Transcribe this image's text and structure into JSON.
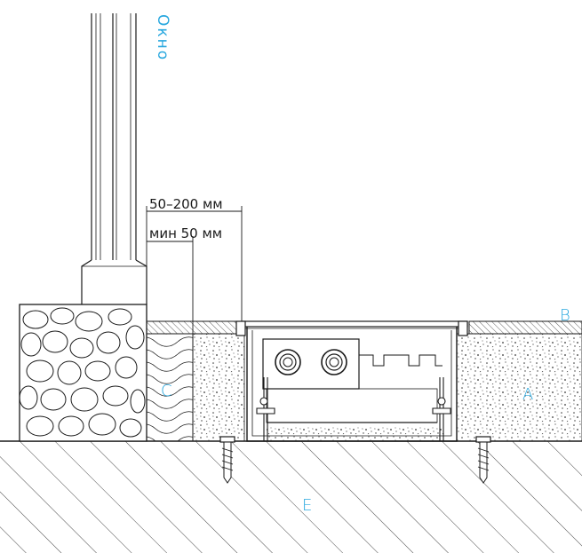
{
  "diagram": {
    "window_label": "Окно",
    "dim_overall": "50–200 мм",
    "dim_min": "мин 50 мм",
    "labels": {
      "A": "A",
      "B": "B",
      "C": "C",
      "E": "E"
    }
  },
  "colors": {
    "accent": "#29a8df",
    "line": "#1a1a1a",
    "background": "#ffffff"
  }
}
